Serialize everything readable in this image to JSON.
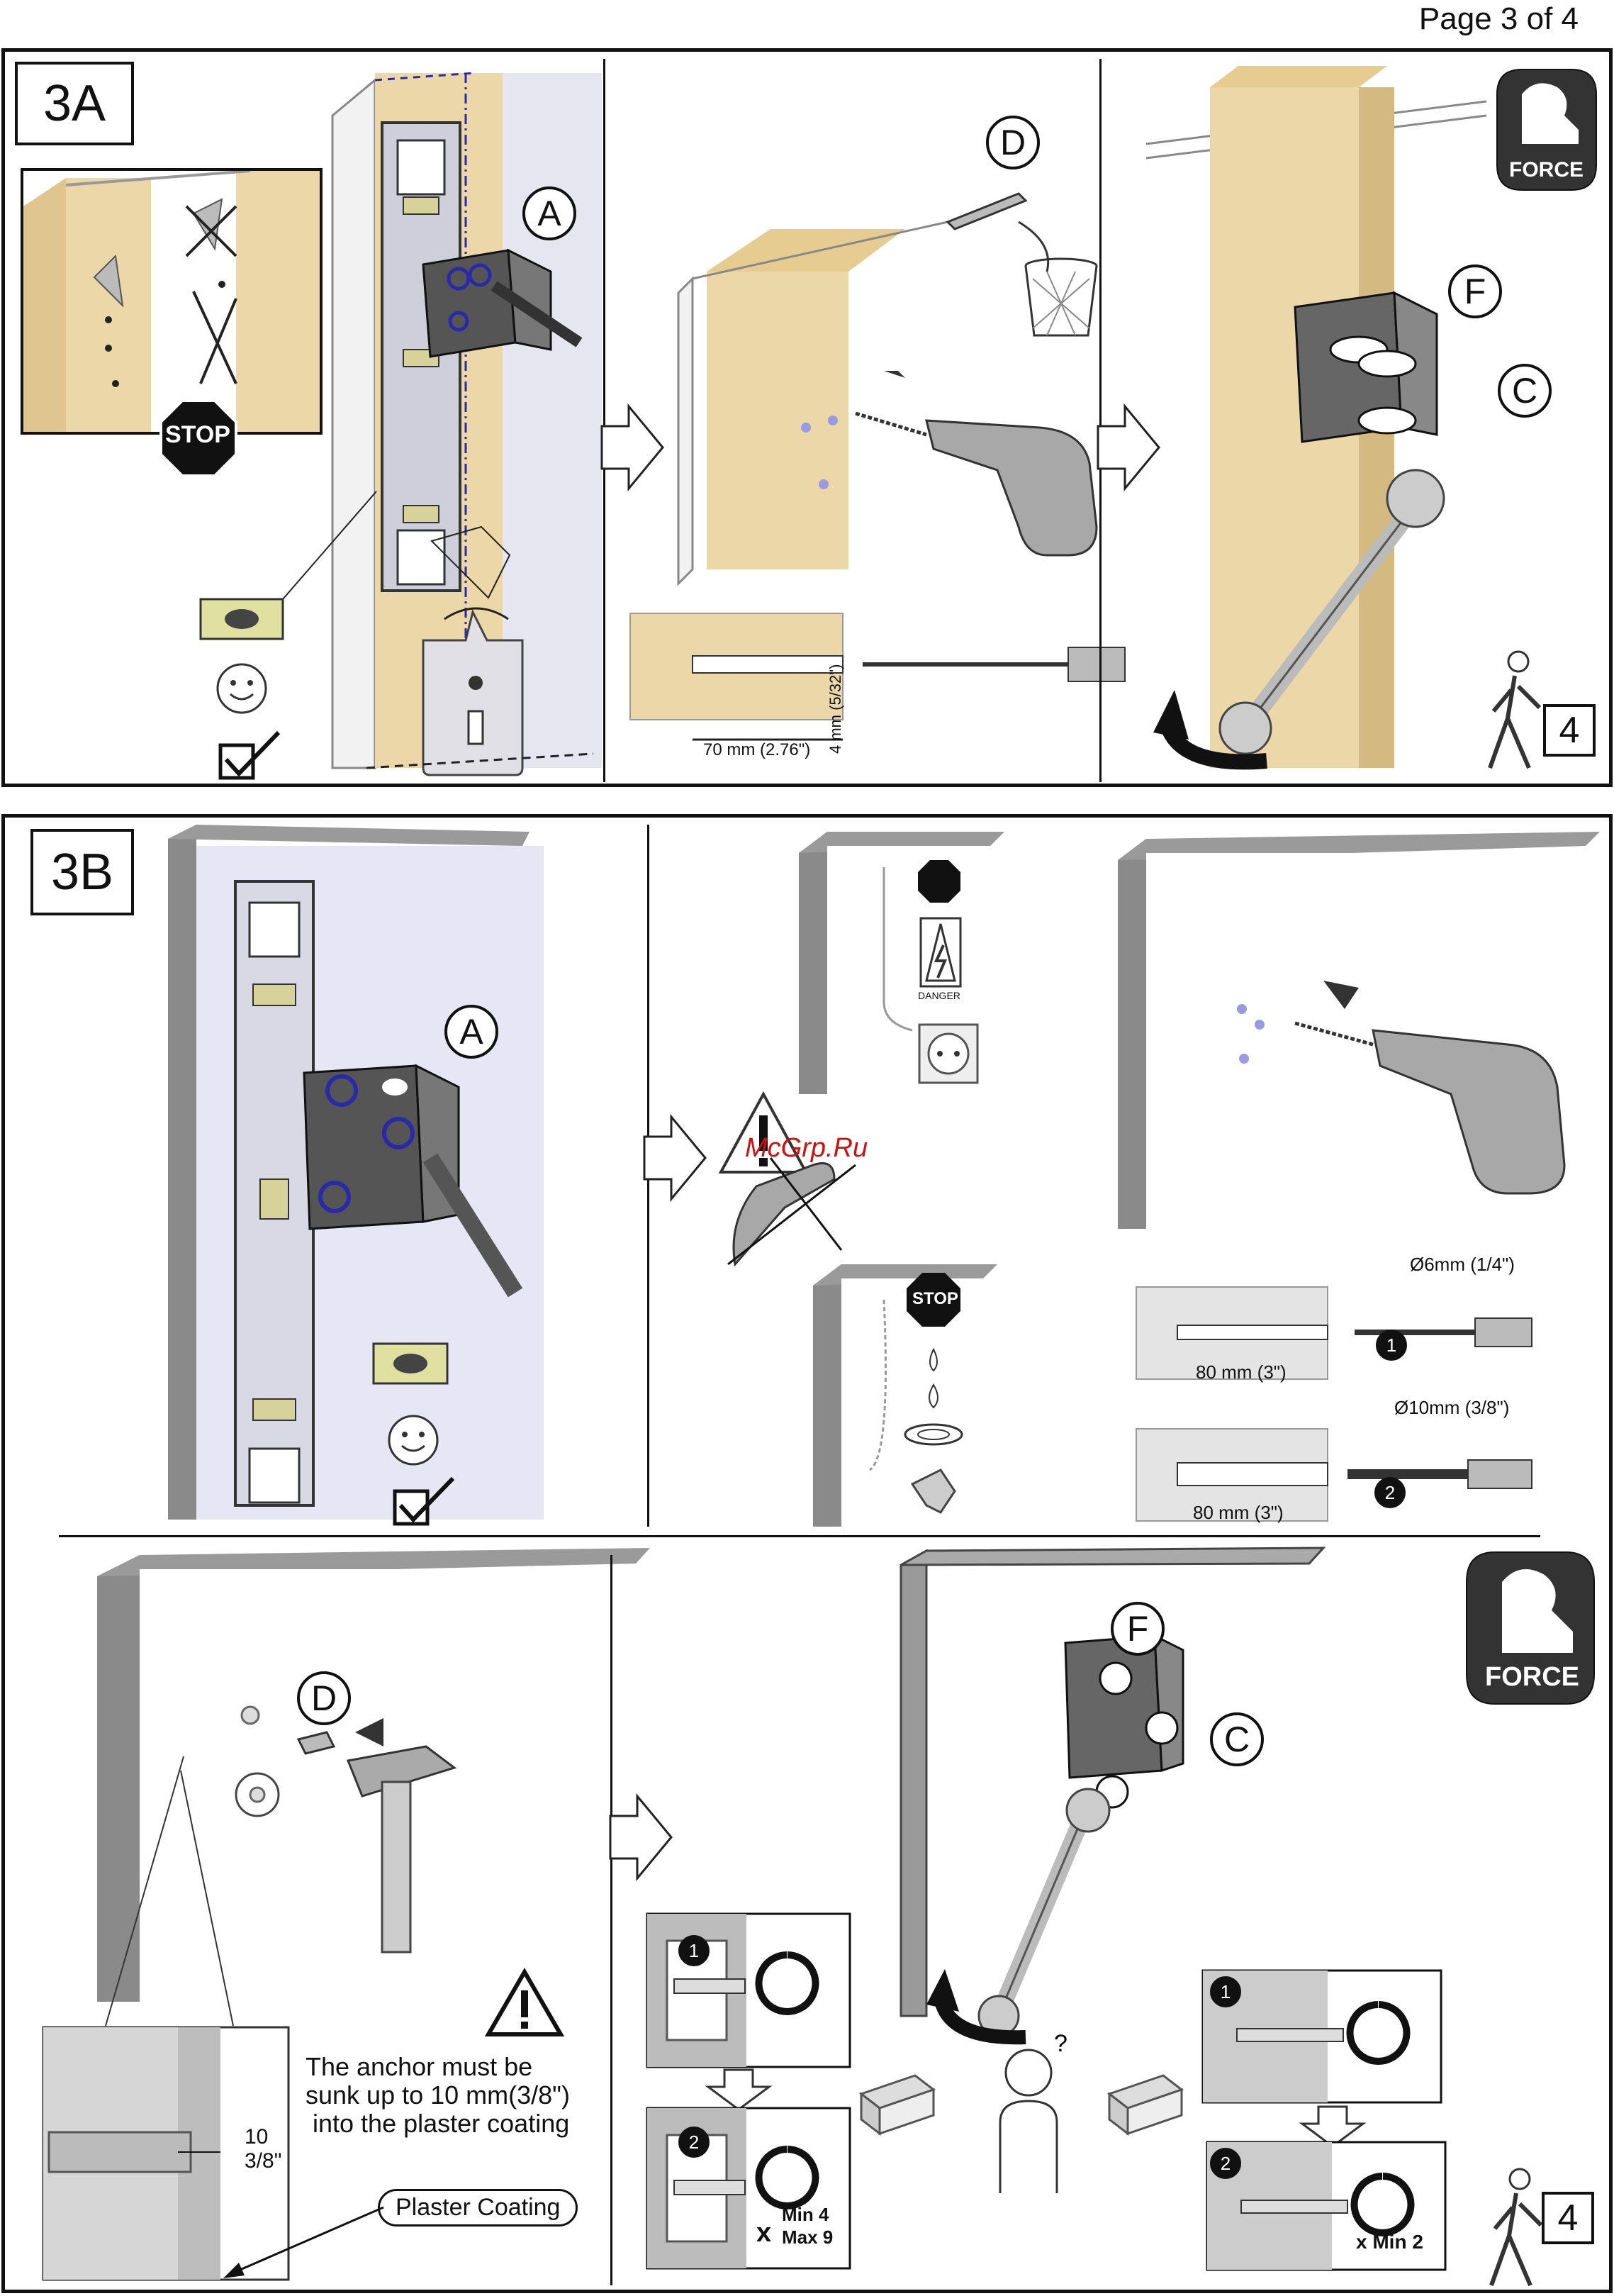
{
  "page": {
    "number_label": "Page 3 of 4"
  },
  "section_a": {
    "title": "3A",
    "stop_sign": "STOP",
    "callouts": [
      "A",
      "D",
      "F",
      "C"
    ],
    "force_label": "FORCE",
    "people_count": "4",
    "dimensions": {
      "depth": "70 mm (2.76\")",
      "diameter": "4 mm (5/32\")"
    }
  },
  "section_b": {
    "title": "3B",
    "callouts": [
      "A",
      "D",
      "F",
      "C"
    ],
    "stop_sign": "STOP",
    "danger_label": "DANGER",
    "watermark": "McGrp.Ru",
    "drill_1": {
      "diameter": "Ø6mm (1/4\")",
      "depth": "80  mm (3\")"
    },
    "drill_2": {
      "diameter": "Ø10mm (3/8\")",
      "depth": "80  mm (3\")"
    },
    "anchor_note": [
      "The anchor must be",
      "sunk up to 10 mm(3/8\")",
      "into the plaster coating"
    ],
    "anchor_depth": [
      "10",
      "3/8\""
    ],
    "plaster_label": "Plaster Coating",
    "step_1": "1",
    "step_2": "2",
    "hollow_count": [
      "Min 4",
      "Max 9"
    ],
    "multiply": "x",
    "solid_count": "x Min 2",
    "force_label": "FORCE",
    "people_count": "4"
  },
  "colors": {
    "wood": "#e8d4a6",
    "wall": "#8a8a8a",
    "bracket": "#444444",
    "accent_blue": "#2a2aa8",
    "watermark": "#cc1111"
  },
  "icons": [
    "stop-icon",
    "smiley-icon",
    "checkbox-icon",
    "trash-icon",
    "drill-icon",
    "wrench-icon",
    "force-icon",
    "walking-person-icon",
    "warning-icon",
    "hammer-icon",
    "danger-icon",
    "outlet-icon",
    "water-drop-icon",
    "thinking-person-icon",
    "brick-icon",
    "arrow-right-icon",
    "rotate-arrow-icon"
  ]
}
